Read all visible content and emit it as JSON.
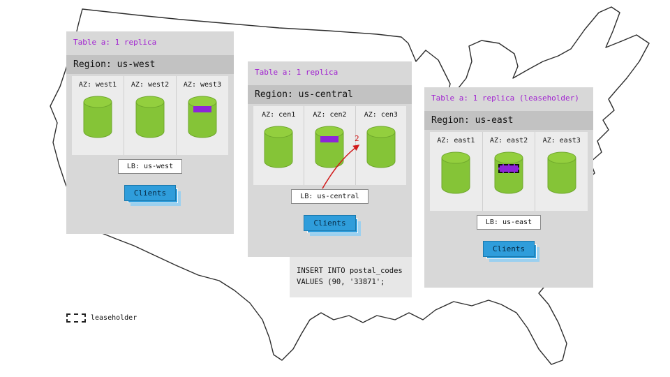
{
  "diagram": {
    "legend_label": "leaseholder",
    "arrow_label": "2",
    "sql": {
      "line1": "INSERT INTO postal_codes",
      "line2": "VALUES (90, '33871';"
    }
  },
  "colors": {
    "accent_purple": "#a020d0",
    "range_purple": "#8d25d8",
    "replica_green": "#85c437",
    "client_blue": "#2f9ddb",
    "arrow_red": "#d11a1a",
    "panel_gray": "#d8d8d8"
  },
  "panels": {
    "west": {
      "table_label": "Table a: 1 replica",
      "region_label": "Region: us-west",
      "azs": [
        {
          "label": "AZ: west1",
          "range": false,
          "leaseholder": false
        },
        {
          "label": "AZ: west2",
          "range": false,
          "leaseholder": false
        },
        {
          "label": "AZ: west3",
          "range": true,
          "leaseholder": false
        }
      ],
      "lb_label": "LB: us-west",
      "clients_label": "Clients"
    },
    "central": {
      "table_label": "Table a: 1 replica",
      "region_label": "Region: us-central",
      "azs": [
        {
          "label": "AZ: cen1",
          "range": false,
          "leaseholder": false
        },
        {
          "label": "AZ: cen2",
          "range": true,
          "leaseholder": false
        },
        {
          "label": "AZ: cen3",
          "range": false,
          "leaseholder": false
        }
      ],
      "lb_label": "LB: us-central",
      "clients_label": "Clients"
    },
    "east": {
      "table_label": "Table a: 1 replica (leaseholder)",
      "region_label": "Region: us-east",
      "azs": [
        {
          "label": "AZ: east1",
          "range": false,
          "leaseholder": false
        },
        {
          "label": "AZ: east2",
          "range": true,
          "leaseholder": true
        },
        {
          "label": "AZ: east3",
          "range": false,
          "leaseholder": false
        }
      ],
      "lb_label": "LB: us-east",
      "clients_label": "Clients"
    }
  }
}
